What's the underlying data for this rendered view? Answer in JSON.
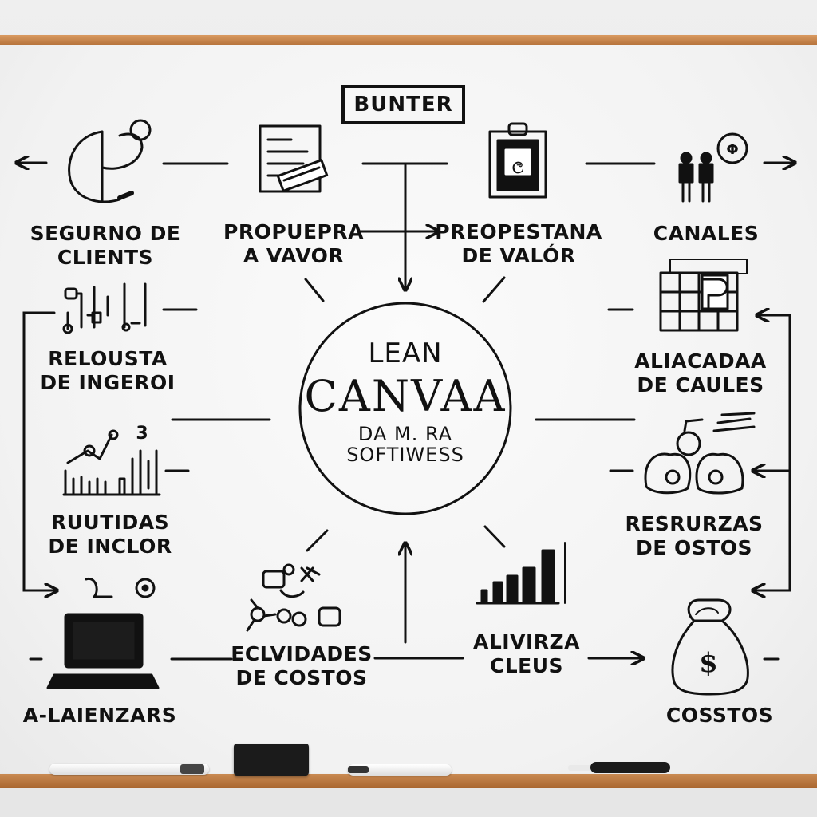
{
  "board": {
    "title_box": "BUNTER",
    "center": {
      "line1": "LEAN",
      "line2": "CANVAA",
      "line3": "DA M. RA",
      "line4": "SOFTIWESS"
    },
    "blocks": [
      {
        "id": "segment",
        "line1": "SEGURNO DE",
        "line2": "CLIENTS",
        "icon": "pie-chart-icon"
      },
      {
        "id": "proposal-left",
        "line1": "PROPUEPRA",
        "line2": "A VAVOR",
        "icon": "document-icon"
      },
      {
        "id": "proposal-right",
        "line1": "PREOPESTANA",
        "line2": "DE VALÓR",
        "icon": "clipboard-icon"
      },
      {
        "id": "channels",
        "line1": "CANALES",
        "line2": "",
        "icon": "people-icon"
      },
      {
        "id": "revenue",
        "line1": "RELOUSTA",
        "line2": "DE INGEROI",
        "icon": "circuit-icon"
      },
      {
        "id": "alliances",
        "line1": "ALIACADAA",
        "line2": "DE CAULES",
        "icon": "grid-icon"
      },
      {
        "id": "routes",
        "line1": "RUUTIDAS",
        "line2": "DE INCLOR",
        "icon": "bar-chart-icon"
      },
      {
        "id": "resources",
        "line1": "RESRURZAS",
        "line2": "DE OSTOS",
        "icon": "team-icon"
      },
      {
        "id": "activities",
        "line1": "ECLVIDADES",
        "line2": "DE COSTOS",
        "icon": "network-icon"
      },
      {
        "id": "metrics",
        "line1": "ALIVIRZA",
        "line2": "CLEUS",
        "icon": "growth-chart-icon"
      },
      {
        "id": "launch",
        "line1": "A-LAIENZARS",
        "line2": "",
        "icon": "laptop-icon"
      },
      {
        "id": "costs",
        "line1": "COSSTOS",
        "line2": "",
        "icon": "money-bag-icon"
      }
    ],
    "center_icon_glyphs": {
      "clipboard": "ල",
      "channels": "Φ",
      "bar3": "3",
      "money": "$"
    }
  }
}
